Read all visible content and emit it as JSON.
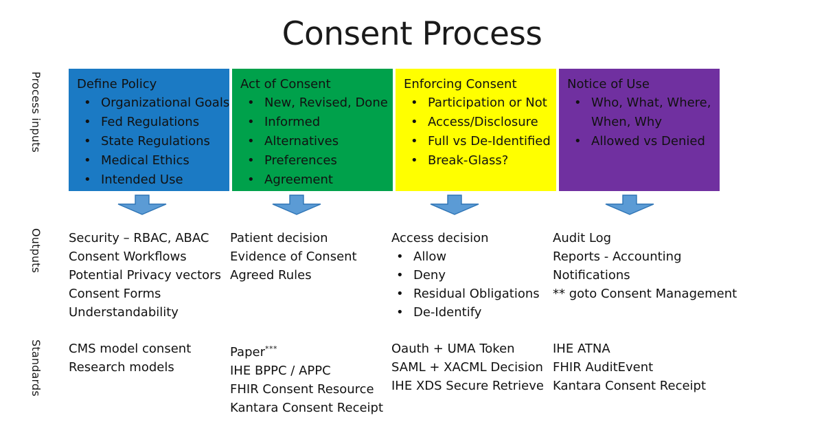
{
  "slide": {
    "title": "Consent Process",
    "background": "#FFFFFF"
  },
  "row_labels": {
    "inputs": "Process inputs",
    "outputs": "Outputs",
    "standards": "Standards"
  },
  "colors": {
    "define_policy": "#1B7AC4",
    "act_of_consent": "#00A14B",
    "enforcing_consent": "#FFFF00",
    "notice_of_use": "#7030A0",
    "arrow_fill": "#5B9BD5",
    "arrow_outline": "#2E74B5",
    "text": "#111111"
  },
  "columns": [
    {
      "key": "define_policy",
      "header": {
        "title": "Define Policy",
        "bullets": [
          "Organizational Goals",
          "Fed Regulations",
          "State Regulations",
          "Medical Ethics",
          "Intended Use"
        ]
      },
      "arrow": {
        "name": "down-arrow",
        "direction": "down"
      },
      "outputs": {
        "lines": [
          "Security – RBAC, ABAC",
          "Consent Workflows",
          "Potential Privacy vectors",
          "Consent Forms",
          "Understandability"
        ],
        "bullets": []
      },
      "standards": {
        "lines": [
          "CMS model consent",
          "Research models"
        ]
      }
    },
    {
      "key": "act_of_consent",
      "header": {
        "title": "Act of Consent",
        "bullets": [
          "New, Revised, Done",
          "Informed",
          "Alternatives",
          "Preferences",
          "Agreement"
        ]
      },
      "arrow": {
        "name": "down-arrow",
        "direction": "down"
      },
      "outputs": {
        "lines": [
          "Patient decision",
          "Evidence of Consent",
          "Agreed Rules"
        ],
        "bullets": []
      },
      "standards": {
        "lines": [
          "Paper***",
          "IHE BPPC / APPC",
          "FHIR Consent Resource",
          "Kantara Consent Receipt"
        ]
      }
    },
    {
      "key": "enforcing_consent",
      "header": {
        "title": "Enforcing Consent",
        "bullets": [
          "Participation or Not",
          "Access/Disclosure",
          "Full vs De-Identified",
          "Break-Glass?"
        ]
      },
      "arrow": {
        "name": "down-arrow",
        "direction": "down"
      },
      "outputs": {
        "lines": [
          "Access decision"
        ],
        "bullets": [
          "Allow",
          "Deny",
          "Residual Obligations",
          "De-Identify"
        ]
      },
      "standards": {
        "lines": [
          "Oauth + UMA Token",
          "SAML + XACML Decision",
          "IHE XDS Secure Retrieve"
        ]
      }
    },
    {
      "key": "notice_of_use",
      "header": {
        "title": "Notice of Use",
        "bullets": [
          "Who, What, Where, When, Why",
          "Allowed vs Denied"
        ]
      },
      "arrow": {
        "name": "down-arrow",
        "direction": "down"
      },
      "outputs": {
        "lines": [
          "Audit Log",
          "Reports - Accounting",
          "Notifications",
          "** goto Consent Management"
        ],
        "bullets": []
      },
      "standards": {
        "lines": [
          "IHE ATNA",
          "FHIR AuditEvent",
          "Kantara Consent Receipt"
        ]
      }
    }
  ]
}
